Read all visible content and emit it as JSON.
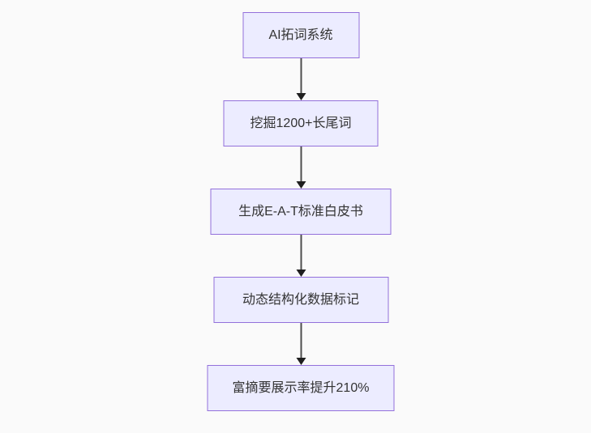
{
  "diagram": {
    "type": "flowchart",
    "direction": "top-down",
    "nodes": [
      {
        "id": "node-1",
        "label": "AI拓词系统"
      },
      {
        "id": "node-2",
        "label": "挖掘1200+长尾词"
      },
      {
        "id": "node-3",
        "label": "生成E-A-T标准白皮书"
      },
      {
        "id": "node-4",
        "label": "动态结构化数据标记"
      },
      {
        "id": "node-5",
        "label": "富摘要展示率提升210%"
      }
    ],
    "edges": [
      {
        "from": "node-1",
        "to": "node-2",
        "style": "arrow"
      },
      {
        "from": "node-2",
        "to": "node-3",
        "style": "arrow"
      },
      {
        "from": "node-3",
        "to": "node-4",
        "style": "arrow"
      },
      {
        "from": "node-4",
        "to": "node-5",
        "style": "arrow"
      }
    ],
    "colors": {
      "node_fill": "#ECECFF",
      "node_border": "#9370DB",
      "edge_line": "#4d4d4d",
      "arrowhead": "#1f1f1f",
      "text": "#333333",
      "background": "#fafafa"
    }
  }
}
